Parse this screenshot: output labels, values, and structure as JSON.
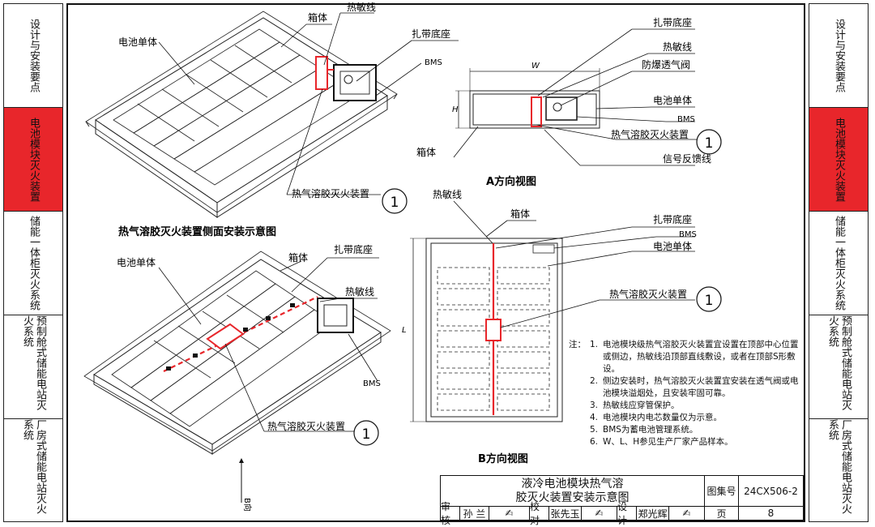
{
  "left_tabs": [
    {
      "label": "设计与安装要点",
      "active": false
    },
    {
      "label": "电池模块灭火装置",
      "active": true
    },
    {
      "label": "储能一体柜灭火系统",
      "active": false
    },
    {
      "label": "预制舱式储能电站灭火系统",
      "active": false
    },
    {
      "label": "厂房式储能电站灭火系统",
      "active": false
    }
  ],
  "right_tabs": [
    {
      "label": "设计与安装要点",
      "active": false
    },
    {
      "label": "电池模块灭火装置",
      "active": true
    },
    {
      "label": "储能一体柜灭火系统",
      "active": false
    },
    {
      "label": "预制舱式储能电站灭火系统",
      "active": false
    },
    {
      "label": "厂房式储能电站灭火系统",
      "active": false
    }
  ],
  "fig1": {
    "box_label": "箱体",
    "sensor_label": "热敏线",
    "tie_label": "扎带底座",
    "bms_label": "BMS",
    "cell_label": "电池单体",
    "device_label": "热气溶胶灭火装置",
    "callout": "1",
    "caption": "热气溶胶灭火装置侧面安装示意图"
  },
  "fig2": {
    "box_label": "箱体",
    "sensor_label": "热敏线",
    "tie_label": "扎带底座",
    "bms_label": "BMS",
    "cell_label": "电池单体",
    "device_label": "热气溶胶灭火装置",
    "callout": "1",
    "arrow_label": "B向"
  },
  "viewA": {
    "tie_label": "扎带底座",
    "sensor_label": "热敏线",
    "vent_label": "防爆透气阀",
    "cell_label": "电池单体",
    "bms_label": "BMS",
    "device_label": "热气溶胶灭火装置",
    "feedback_label": "信号反馈线",
    "box_label": "箱体",
    "dim_w": "W",
    "dim_h": "H",
    "callout": "1",
    "caption": "A方向视图"
  },
  "viewB": {
    "sensor_label": "热敏线",
    "box_label": "箱体",
    "tie_label": "扎带底座",
    "bms_label": "BMS",
    "cell_label": "电池单体",
    "device_label": "热气溶胶灭火装置",
    "dim_l": "L",
    "callout": "1",
    "caption": "B方向视图"
  },
  "notes": {
    "prefix": "注：",
    "items": [
      {
        "n": "1.",
        "text": "电池模块级热气溶胶灭火装置宜设置在顶部中心位置或侧边，热敏线沿顶部直线敷设，或者在顶部S形敷设。"
      },
      {
        "n": "2.",
        "text": "侧边安装时，热气溶胶灭火装置宜安装在透气阀或电池模块溢烟处，且安装牢固可靠。"
      },
      {
        "n": "3.",
        "text": "热敏线应穿管保护。"
      },
      {
        "n": "4.",
        "text": "电池模块内电芯数量仅为示意。"
      },
      {
        "n": "5.",
        "text": "BMS为蓄电池管理系统。"
      },
      {
        "n": "6.",
        "text": "W、L、H参见生产厂家产品样本。"
      }
    ]
  },
  "title_block": {
    "title_line1": "液冷电池模块热气溶",
    "title_line2": "胶灭火装置安装示意图",
    "atlas_label": "图集号",
    "atlas_no": "24CX506-2",
    "review_label": "审核",
    "review_name": "孙 兰",
    "check_label": "校对",
    "check_name": "张先玉",
    "design_label": "设计",
    "design_name": "郑光辉",
    "page_label": "页",
    "page_no": "8"
  }
}
